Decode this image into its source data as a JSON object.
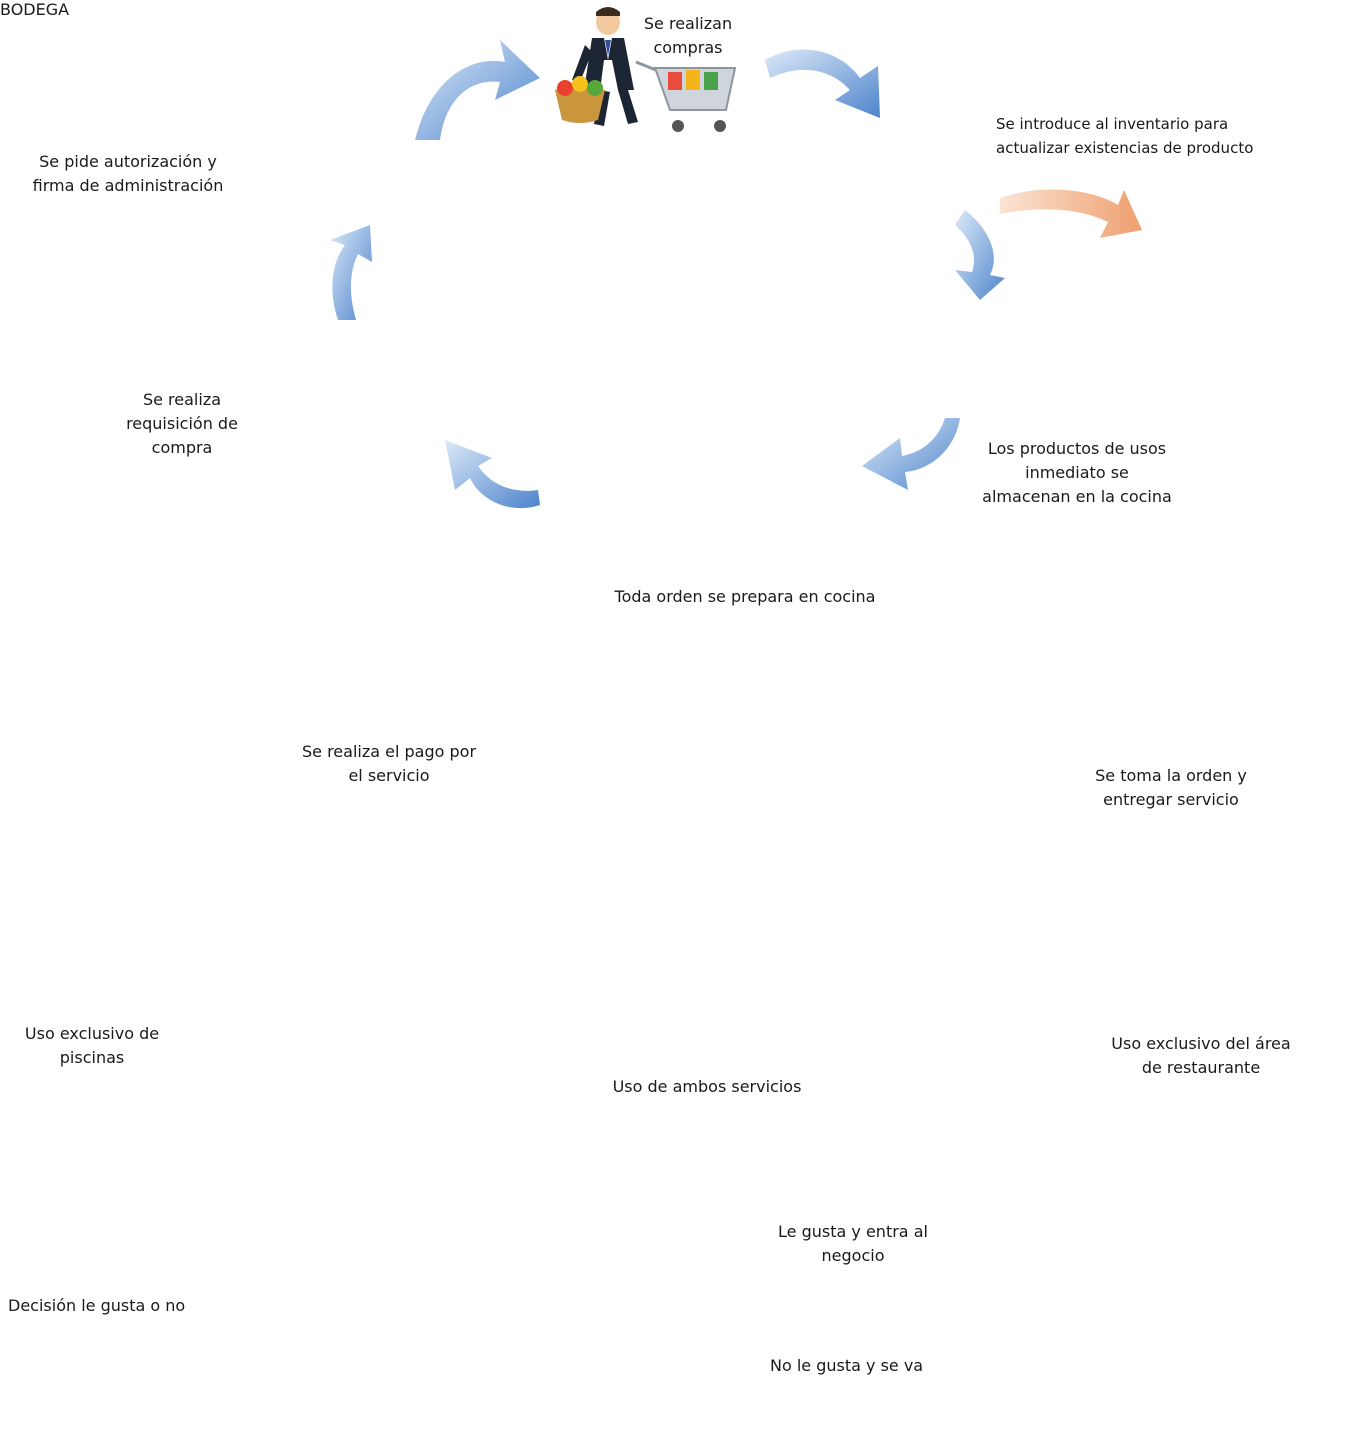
{
  "labels": {
    "compras": "Se realizan\ncompras",
    "inventario": "Se introduce al inventario para\nactualizar existencias de producto",
    "bodega": "BODEGA",
    "autorizacion": "Se pide autorización y\nfirma de administración",
    "cocina_almacen": "Los productos de usos\ninmediato se\nalmacenan en la cocina",
    "requisicion": "Se realiza\nrequisición de\ncompra",
    "orden_cocina": "Toda orden se prepara en cocina",
    "pago": "Se realiza el pago por\nel servicio",
    "orden_servicio": "Se toma la orden y\nentregar servicio",
    "piscinas": "Uso exclusivo de\npiscinas",
    "ambos": "Uso de ambos servicios",
    "restaurante": "Uso exclusivo del área\nde restaurante",
    "le_gusta": "Le gusta y entra al\nnegocio",
    "decision": "Decisión le gusta o no",
    "no_gusta": "No le gusta y se va"
  },
  "icons": [
    "shopper-icon",
    "inventory-boxes-icon",
    "warehouse-icon",
    "manager-desk-icon",
    "refrigerator-icon",
    "shopping-cart-icon",
    "chef-icon",
    "cash-register-icon",
    "waiter-icon",
    "pool-icon",
    "pool-restaurant-icon",
    "restaurant-couple-icon",
    "car-icon",
    "thumbs-up-icon",
    "thumbs-down-icon"
  ],
  "colors": {
    "blue_arrow": "#5b8fd0",
    "orange_arrow": "#f1b48a",
    "red_arrow": "#e83a1e",
    "gray_arrow": "#b8b8b8",
    "green_arrow": "#dde8c8",
    "car": "#e040d8",
    "water": "#9fd3ef",
    "tablecloth": "#c0257a"
  }
}
